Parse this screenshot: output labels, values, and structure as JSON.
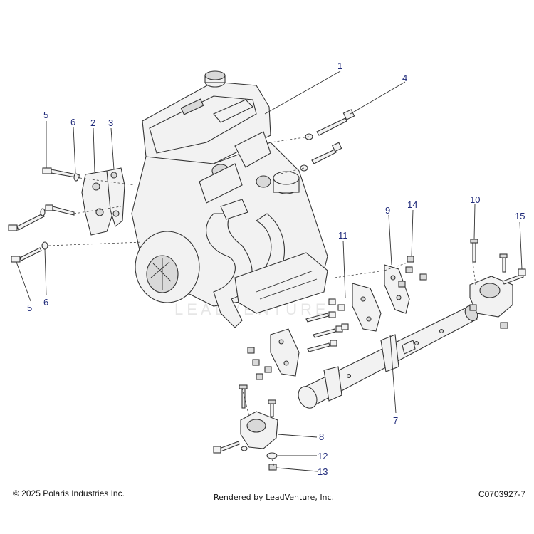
{
  "callouts": [
    {
      "id": "c1",
      "label": "1"
    },
    {
      "id": "c2",
      "label": "2"
    },
    {
      "id": "c3",
      "label": "3"
    },
    {
      "id": "c4",
      "label": "4"
    },
    {
      "id": "c5a",
      "label": "5"
    },
    {
      "id": "c5b",
      "label": "5"
    },
    {
      "id": "c6a",
      "label": "6"
    },
    {
      "id": "c6b",
      "label": "6"
    },
    {
      "id": "c7",
      "label": "7"
    },
    {
      "id": "c8",
      "label": "8"
    },
    {
      "id": "c9",
      "label": "9"
    },
    {
      "id": "c10",
      "label": "10"
    },
    {
      "id": "c11",
      "label": "11"
    },
    {
      "id": "c12",
      "label": "12"
    },
    {
      "id": "c13",
      "label": "13"
    },
    {
      "id": "c14",
      "label": "14"
    },
    {
      "id": "c15",
      "label": "15"
    }
  ],
  "footer": {
    "copyright": "© 2025 Polaris Industries Inc.",
    "rendered_by": "Rendered by LeadVenture, Inc.",
    "diagram_code": "C0703927-7"
  },
  "watermark": "LEADVENTURE"
}
